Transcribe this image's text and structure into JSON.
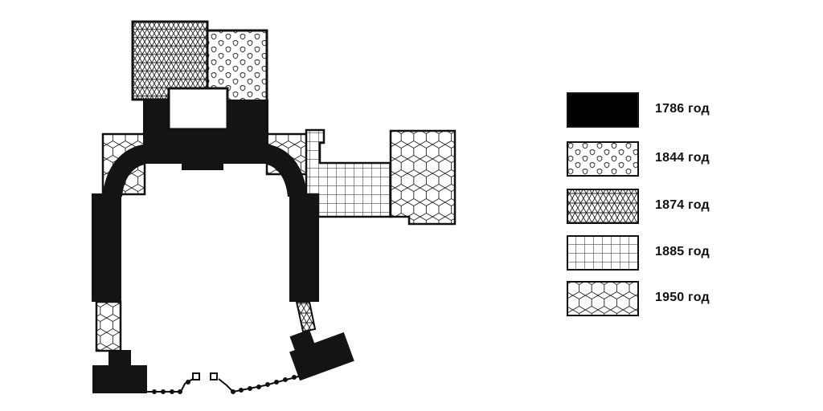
{
  "diagram": {
    "type": "building-plan",
    "colors": {
      "wall_1786": "#141414",
      "outline": "#111111",
      "background": "#ffffff"
    }
  },
  "legend": {
    "items": [
      {
        "year": "1786",
        "label": "1786 год",
        "pattern": "solid-black"
      },
      {
        "year": "1844",
        "label": "1844 год",
        "pattern": "trefoil"
      },
      {
        "year": "1874",
        "label": "1874 год",
        "pattern": "star-hexagram"
      },
      {
        "year": "1885",
        "label": "1885 год",
        "pattern": "grid"
      },
      {
        "year": "1950",
        "label": "1950 год",
        "pattern": "hexagon"
      }
    ]
  }
}
